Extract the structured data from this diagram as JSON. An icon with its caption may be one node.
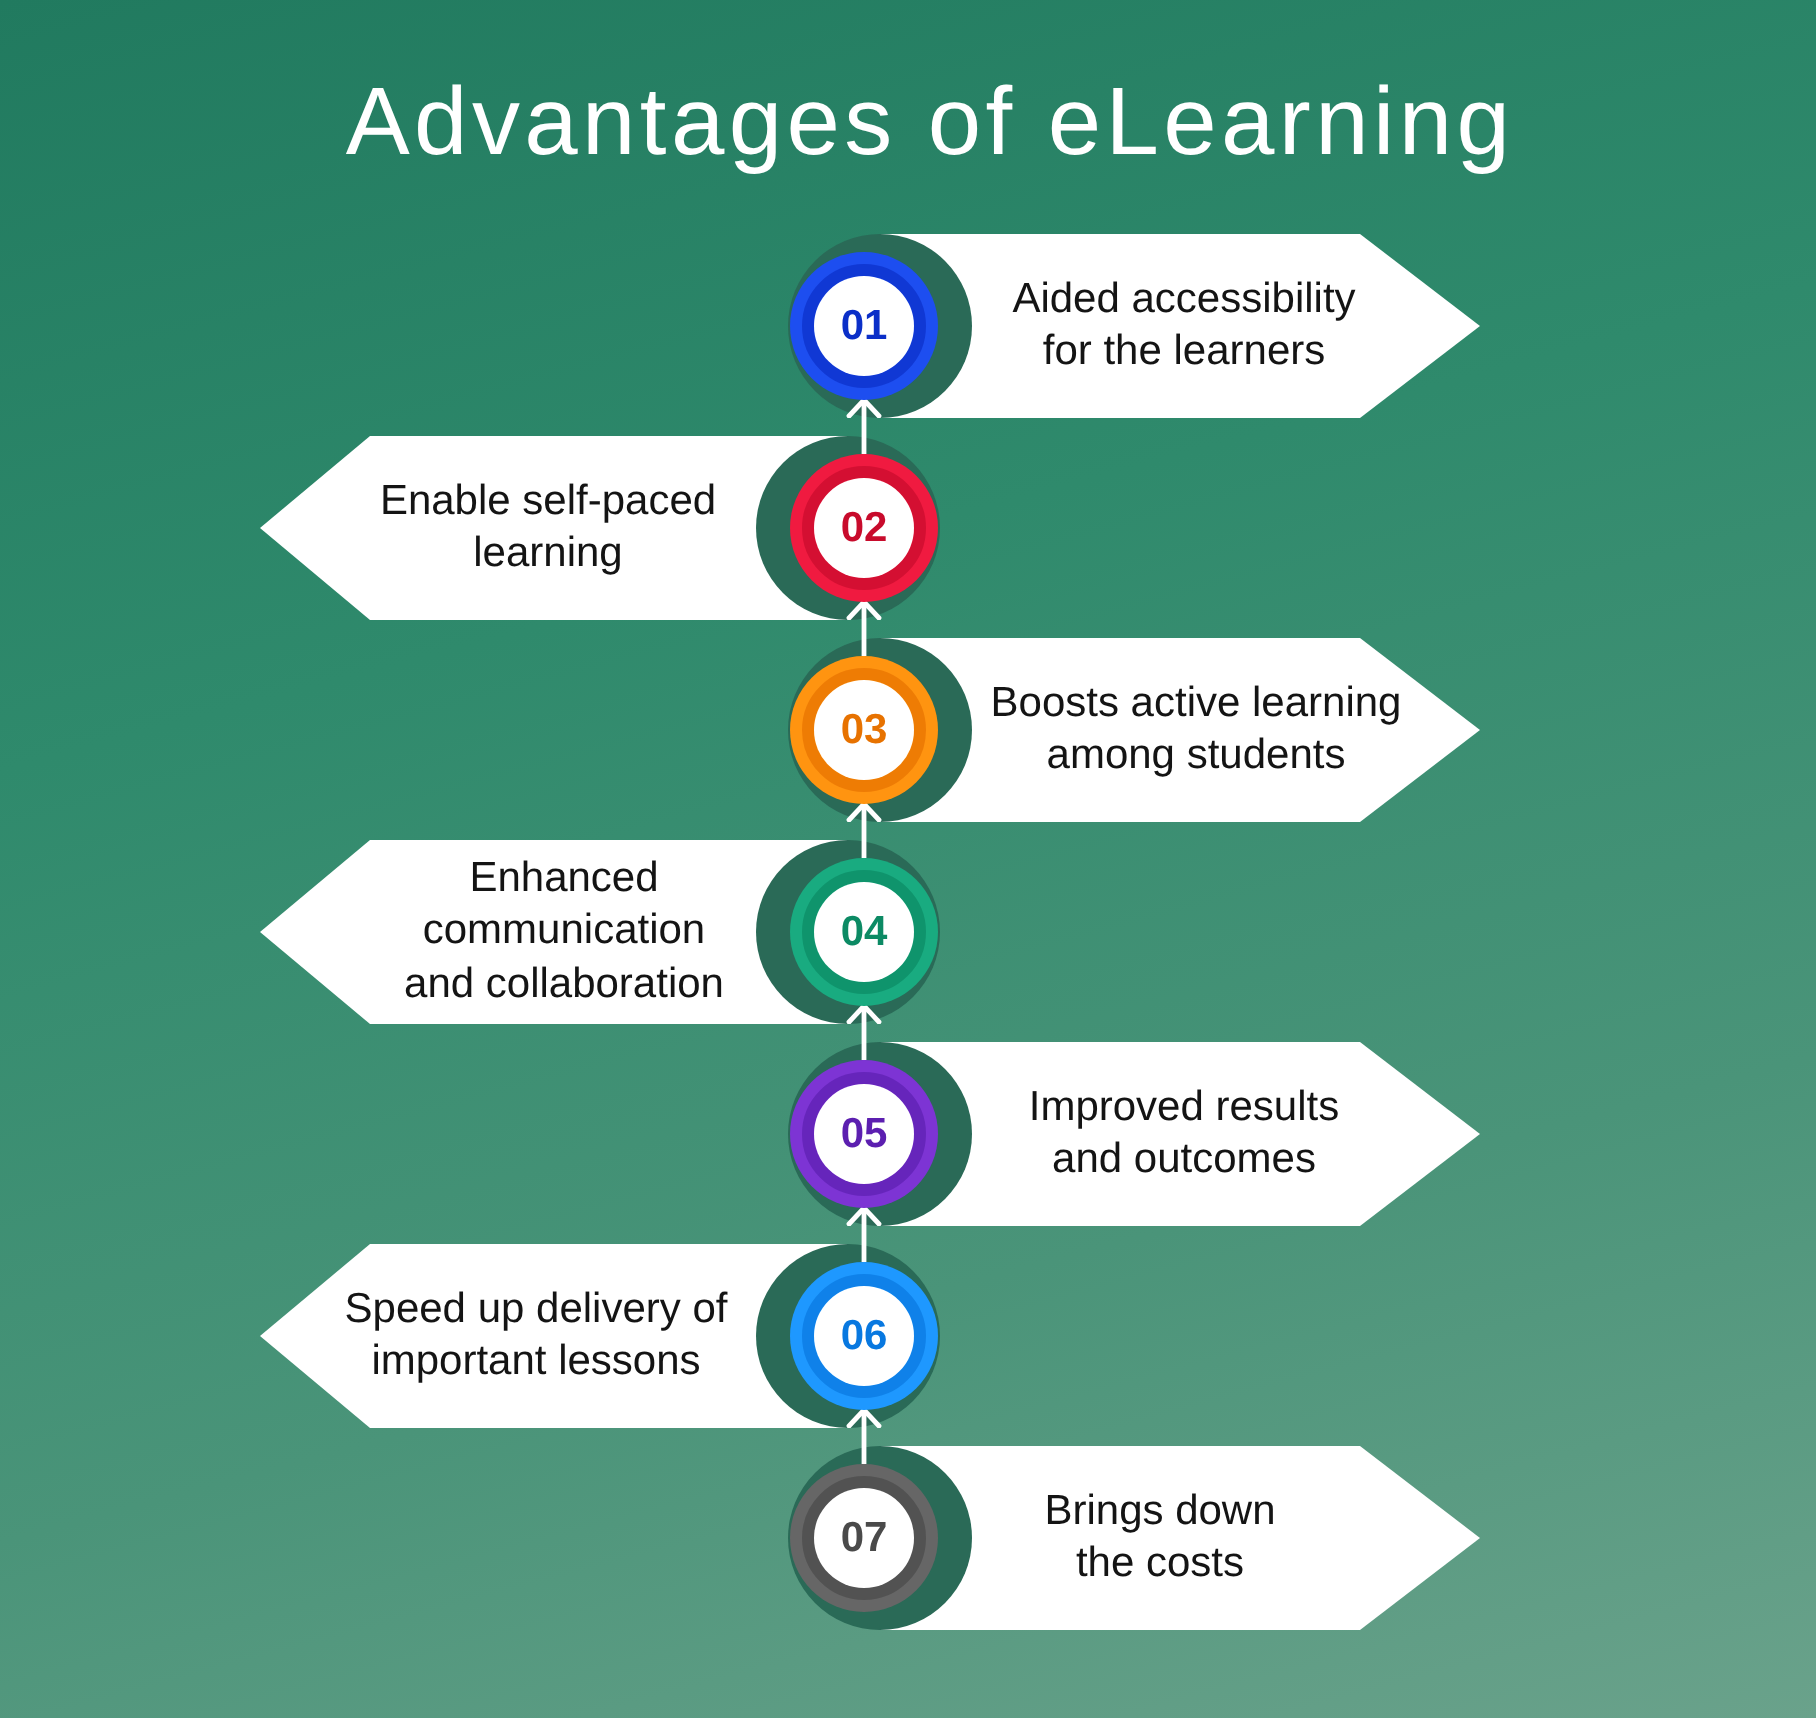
{
  "diagram": {
    "title": "Advantages of eLearning",
    "nodes": [
      {
        "text": [
          "01"
        ]
      },
      {
        "text": [
          "Aided accessibility for the learners"
        ]
      },
      {
        "text": [
          "Enable self-paced learning"
        ]
      },
      {
        "text": [
          "02"
        ]
      },
      {
        "text": [
          "03"
        ]
      },
      {
        "text": [
          "Boosts active learning among students"
        ]
      },
      {
        "text": [
          "Enhanced communication and collaboration"
        ]
      },
      {
        "text": [
          "04"
        ]
      },
      {
        "text": [
          "05"
        ]
      },
      {
        "text": [
          "Improved results and outcomes"
        ]
      },
      {
        "text": [
          "Speed up delivery of important lessons"
        ]
      },
      {
        "text": [
          "06"
        ]
      },
      {
        "text": [
          "07"
        ]
      },
      {
        "text": [
          "Brings down the costs"
        ]
      }
    ],
    "edges": [
      {
        "from": 3,
        "to": 0,
        "arrow": "to"
      },
      {
        "from": 4,
        "to": 3,
        "arrow": "to"
      },
      {
        "from": 7,
        "to": 4,
        "arrow": "to"
      },
      {
        "from": 8,
        "to": 7,
        "arrow": "to"
      },
      {
        "from": 11,
        "to": 8,
        "arrow": "to"
      },
      {
        "from": 12,
        "to": 11,
        "arrow": "to"
      }
    ]
  }
}
